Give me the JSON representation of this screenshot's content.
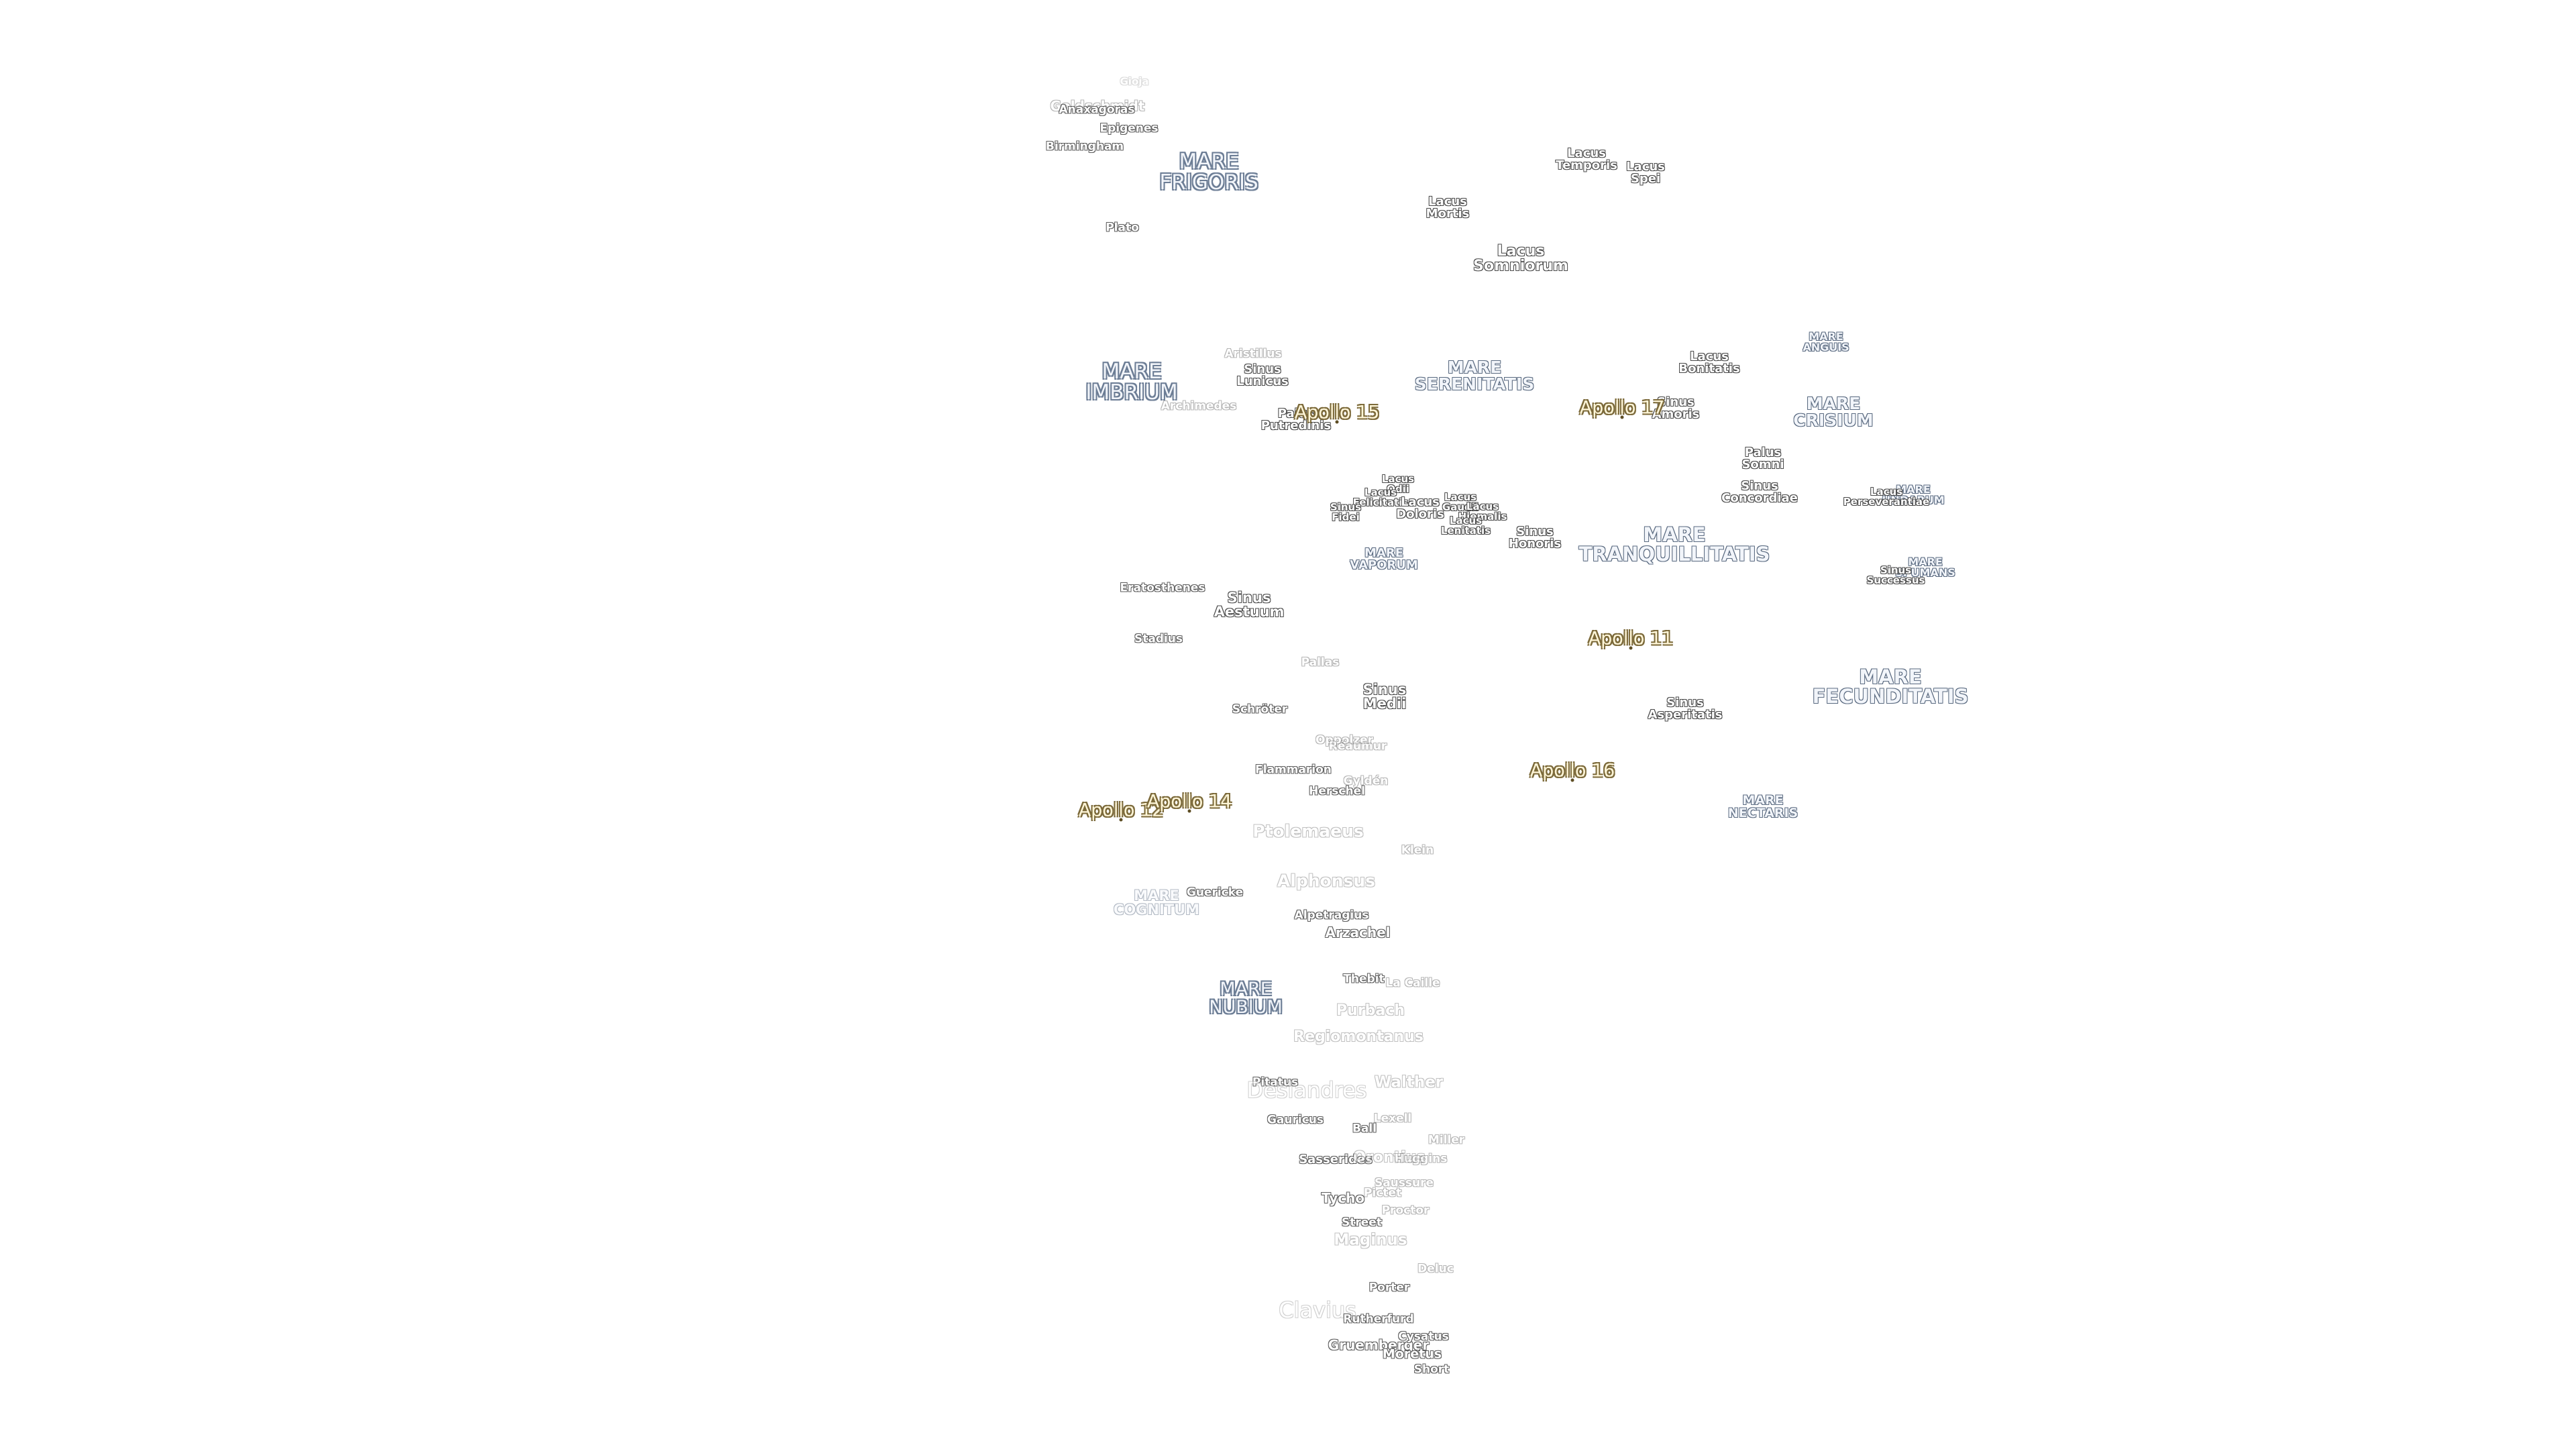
{
  "colors": {
    "background": "#ffffff",
    "mare_text": "#f2f5fa",
    "mare_outline": "#6c7d95",
    "feature_outline": "#4a4a4a",
    "apollo_text": "#fff6d8",
    "apollo_outline": "#7c6a3a"
  },
  "maria": {
    "frigoris": "MARE\nFRIGORIS",
    "imbrium": "MARE\nIMBRIUM",
    "serenitatis": "MARE\nSERENITATIS",
    "crisium": "MARE\nCRISIUM",
    "tranquillitatis": "MARE\nTRANQUILLITATIS",
    "fecunditatis": "MARE\nFECUNDITATIS",
    "nubium": "MARE\nNUBIUM",
    "cognitum": "MARE\nCOGNITUM",
    "vaporum": "MARE\nVAPORUM",
    "nectaris": "MARE\nNECTARIS",
    "anguis": "MARE\nANGUIS",
    "undarum": "MARE\nUNDARUM",
    "spumans": "MARE\nSPUMANS"
  },
  "features": {
    "lacus_temporis": "Lacus\nTemporis",
    "lacus_spei": "Lacus\nSpei",
    "lacus_mortis": "Lacus\nMortis",
    "lacus_somniorum": "Lacus\nSomniorum",
    "lacus_bonitatis": "Lacus\nBonitatis",
    "sinus_lunicus": "Sinus\nLunicus",
    "sinus_amoris": "Sinus\nAmoris",
    "palus_putredinis": "Palus\nPutredinis",
    "palus_somni": "Palus\nSomni",
    "sinus_concordiae": "Sinus\nConcordiae",
    "lacus_perseverantiae": "Lacus\nPerseverantiae",
    "lacus_odii": "Lacus\nOdii",
    "lacus_felicitatis": "Lacus\nFelicitatis",
    "sinus_fidei": "Sinus\nFidei",
    "lacus_doloris": "Lacus\nDoloris",
    "lacus_gaudii": "Lacus\nGaudii",
    "lacus_hiemalis": "Lacus\nHiemalis",
    "lacus_lenitatis": "Lacus\nLenitatis",
    "sinus_honoris": "Sinus\nHonoris",
    "sinus_successus": "Sinus\nSuccessus",
    "sinus_aestuum": "Sinus\nAestuum",
    "sinus_medii": "Sinus\nMedii",
    "sinus_asperitatis": "Sinus\nAsperitatis"
  },
  "craters": {
    "gioja": "Gioja",
    "goldschmidt": "Goldschmidt",
    "anaxagoras": "Anaxagoras",
    "epigenes": "Epigenes",
    "birmingham": "Birmingham",
    "plato": "Plato",
    "aristillus": "Aristillus",
    "archimedes": "Archimedes",
    "eratosthenes": "Eratosthenes",
    "stadius": "Stadius",
    "pallas": "Pallas",
    "schroter": "Schröter",
    "oppolzer": "Oppolzer",
    "reaumur": "Réaumur",
    "flammarion": "Flammarion",
    "gyldén": "Gyldén",
    "herschel": "Herschel",
    "ptolemaeus": "Ptolemaeus",
    "klein": "Klein",
    "alphonsus": "Alphonsus",
    "guericke": "Guericke",
    "alpetragius": "Alpetragius",
    "arzachel": "Arzachel",
    "thebit": "Thebit",
    "la_caille": "La Caille",
    "purbach": "Purbach",
    "regiomontanus": "Regiomontanus",
    "pitatus": "Pitatus",
    "deslandres": "Deslandres",
    "walther": "Walther",
    "gauricus": "Gauricus",
    "lexell": "Lexell",
    "ball": "Ball",
    "miller": "Miller",
    "sasserides": "Sasserides",
    "orontius": "Orontius",
    "huggins": "Huggins",
    "saussure": "Saussure",
    "tycho": "Tycho",
    "pictet": "Pictet",
    "proctor": "Proctor",
    "street": "Street",
    "maginus": "Maginus",
    "deluc": "Deluc",
    "porter": "Porter",
    "clavius": "Clavius",
    "rutherfurd": "Rutherfurd",
    "gruemberger": "Gruemberger",
    "cysatus": "Cysatus",
    "moretus": "Moretus",
    "short": "Short"
  },
  "apollo_sites": {
    "apollo11": "Apollo 11",
    "apollo12": "Apollo 12",
    "apollo14": "Apollo 14",
    "apollo15": "Apollo 15",
    "apollo16": "Apollo 16",
    "apollo17": "Apollo 17"
  }
}
